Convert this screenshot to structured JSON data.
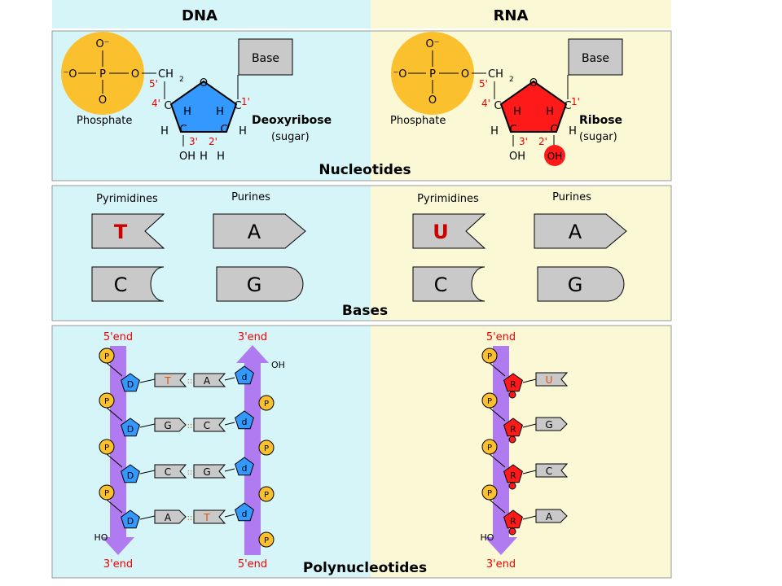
{
  "colors": {
    "dna_bg": "#d6f5f8",
    "rna_bg": "#fbf8d6",
    "phosphate": "#fbc02d",
    "deoxyribose": "#3399ff",
    "ribose": "#ff1a1a",
    "base_fill": "#c9c9c9",
    "prime_red": "#ee0000",
    "backbone": "#b07bf0"
  },
  "header": {
    "dna": "DNA",
    "rna": "RNA"
  },
  "nucleotides": {
    "title": "Nucleotides",
    "dna": {
      "phosphate_label": "Phosphate",
      "sugar_name": "Deoxyribose",
      "sugar_sub": "(sugar)",
      "base_box": "Base",
      "oh_label": "OH"
    },
    "rna": {
      "phosphate_label": "Phosphate",
      "sugar_name": "Ribose",
      "sugar_sub": "(sugar)",
      "base_box": "Base",
      "oh_label": "OH",
      "extra_oh": "OH"
    },
    "atoms": {
      "p": "P",
      "o": "O",
      "o_minus": "O⁻",
      "minus_o": "⁻O",
      "ch2": "CH",
      "ch2_sub": "2",
      "c": "C",
      "h": "H"
    },
    "primes": {
      "p5": "5'",
      "p4": "4'",
      "p3": "3'",
      "p2": "2'",
      "p1": "1'"
    }
  },
  "bases": {
    "title": "Bases",
    "dna": {
      "pyrimidines_label": "Pyrimidines",
      "purines_label": "Purines",
      "pyrimidines": [
        "T",
        "C"
      ],
      "purines": [
        "A",
        "G"
      ]
    },
    "rna": {
      "pyrimidines_label": "Pyrimidines",
      "purines_label": "Purines",
      "pyrimidines": [
        "U",
        "C"
      ],
      "purines": [
        "A",
        "G"
      ]
    }
  },
  "polynucleotides": {
    "title": "Polynucleotides",
    "dna": {
      "left_top": "5'end",
      "left_bottom": "3'end",
      "right_top": "3'end",
      "right_bottom": "5'end",
      "left_oh": "HO",
      "right_oh": "OH",
      "phosphate_letter": "P",
      "left_sugar_letter": "D",
      "right_sugar_letter": "d",
      "pairs": [
        [
          "T",
          "A"
        ],
        [
          "G",
          "C"
        ],
        [
          "C",
          "G"
        ],
        [
          "A",
          "T"
        ]
      ]
    },
    "rna": {
      "top": "5'end",
      "bottom": "3'end",
      "oh": "HO",
      "phosphate_letter": "P",
      "sugar_letter": "R",
      "bases": [
        "U",
        "G",
        "C",
        "A"
      ]
    }
  }
}
